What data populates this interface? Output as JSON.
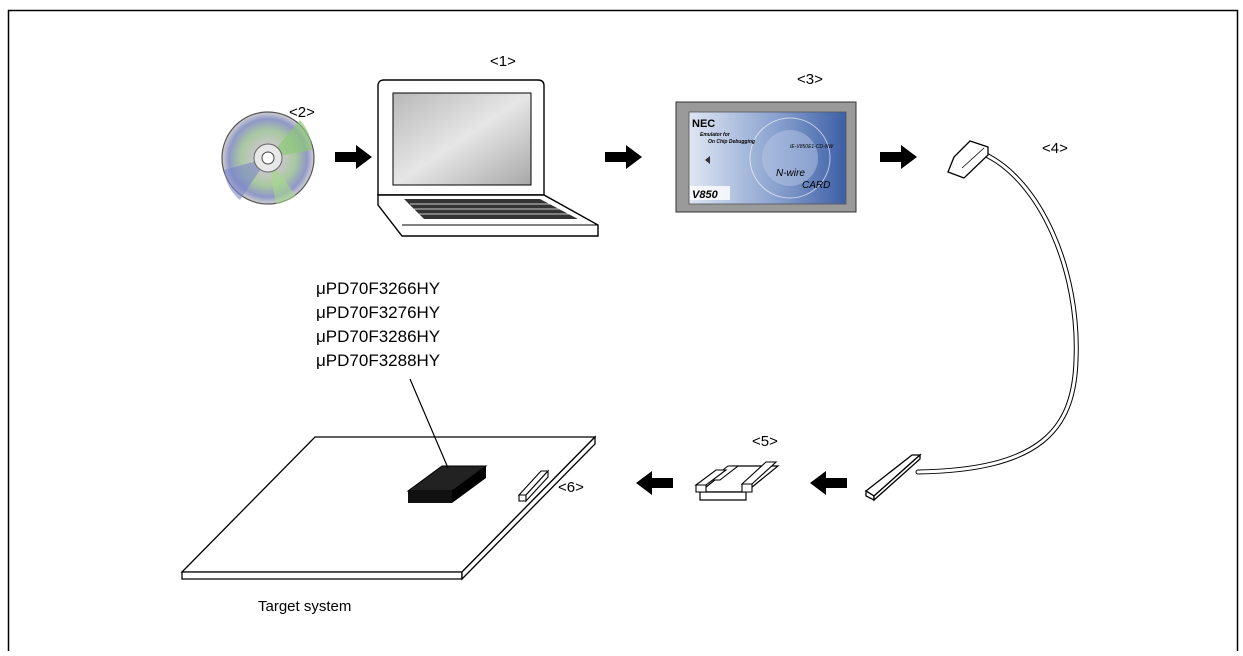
{
  "diagram": {
    "callouts": {
      "pc": "<1>",
      "cd": "<2>",
      "card": "<3>",
      "cable": "<4>",
      "adapter": "<5>",
      "connector": "<6>"
    },
    "card_text": {
      "brand": "NEC",
      "line1": "Emulator for",
      "line2": "On Chip Debugging",
      "model": "IE-V850E1-CD-NW",
      "product": "N-wire",
      "product2": "CARD",
      "series": "V850"
    },
    "part_numbers": [
      "μPD70F3266HY",
      "μPD70F3276HY",
      "μPD70F3286HY",
      "μPD70F3288HY"
    ],
    "target_label": "Target system"
  }
}
